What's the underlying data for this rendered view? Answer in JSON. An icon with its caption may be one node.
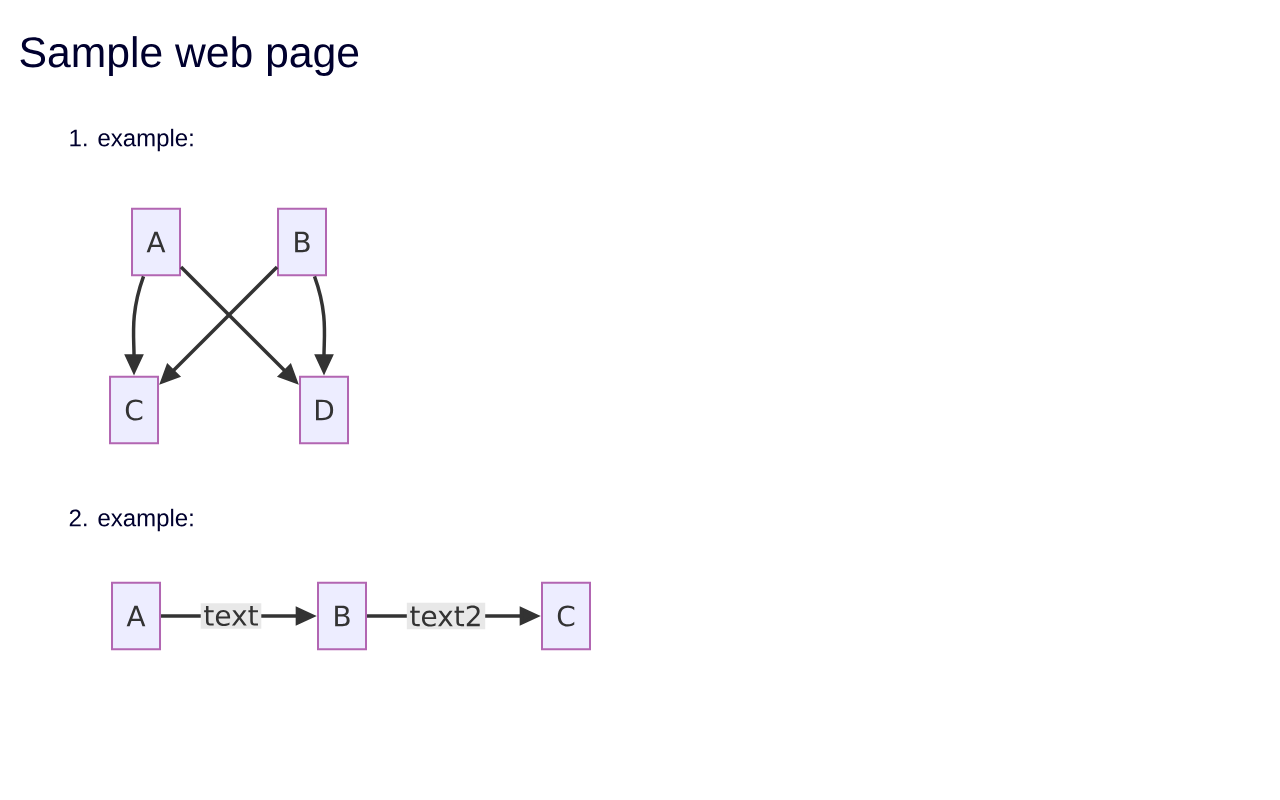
{
  "diagram": {
    "title": "Sample web page",
    "nodes": [
      {
        "text": [
          "A"
        ]
      },
      {
        "text": [
          "B"
        ]
      },
      {
        "text": [
          "C"
        ]
      },
      {
        "text": [
          "D"
        ]
      },
      {
        "text": [
          "A"
        ]
      },
      {
        "text": [
          "B"
        ]
      },
      {
        "text": [
          "C"
        ]
      }
    ],
    "edges": [
      {
        "from": 0,
        "to": 2,
        "arrow": "to"
      },
      {
        "from": 0,
        "to": 3,
        "arrow": "to"
      },
      {
        "from": 1,
        "to": 2,
        "arrow": "to"
      },
      {
        "from": 1,
        "to": 3,
        "arrow": "to"
      },
      {
        "from": 4,
        "to": 5,
        "arrow": "to",
        "label": "text"
      },
      {
        "from": 5,
        "to": 6,
        "arrow": "to",
        "label": "text2"
      }
    ],
    "labels": [
      "1. example:",
      "2. example:"
    ]
  }
}
